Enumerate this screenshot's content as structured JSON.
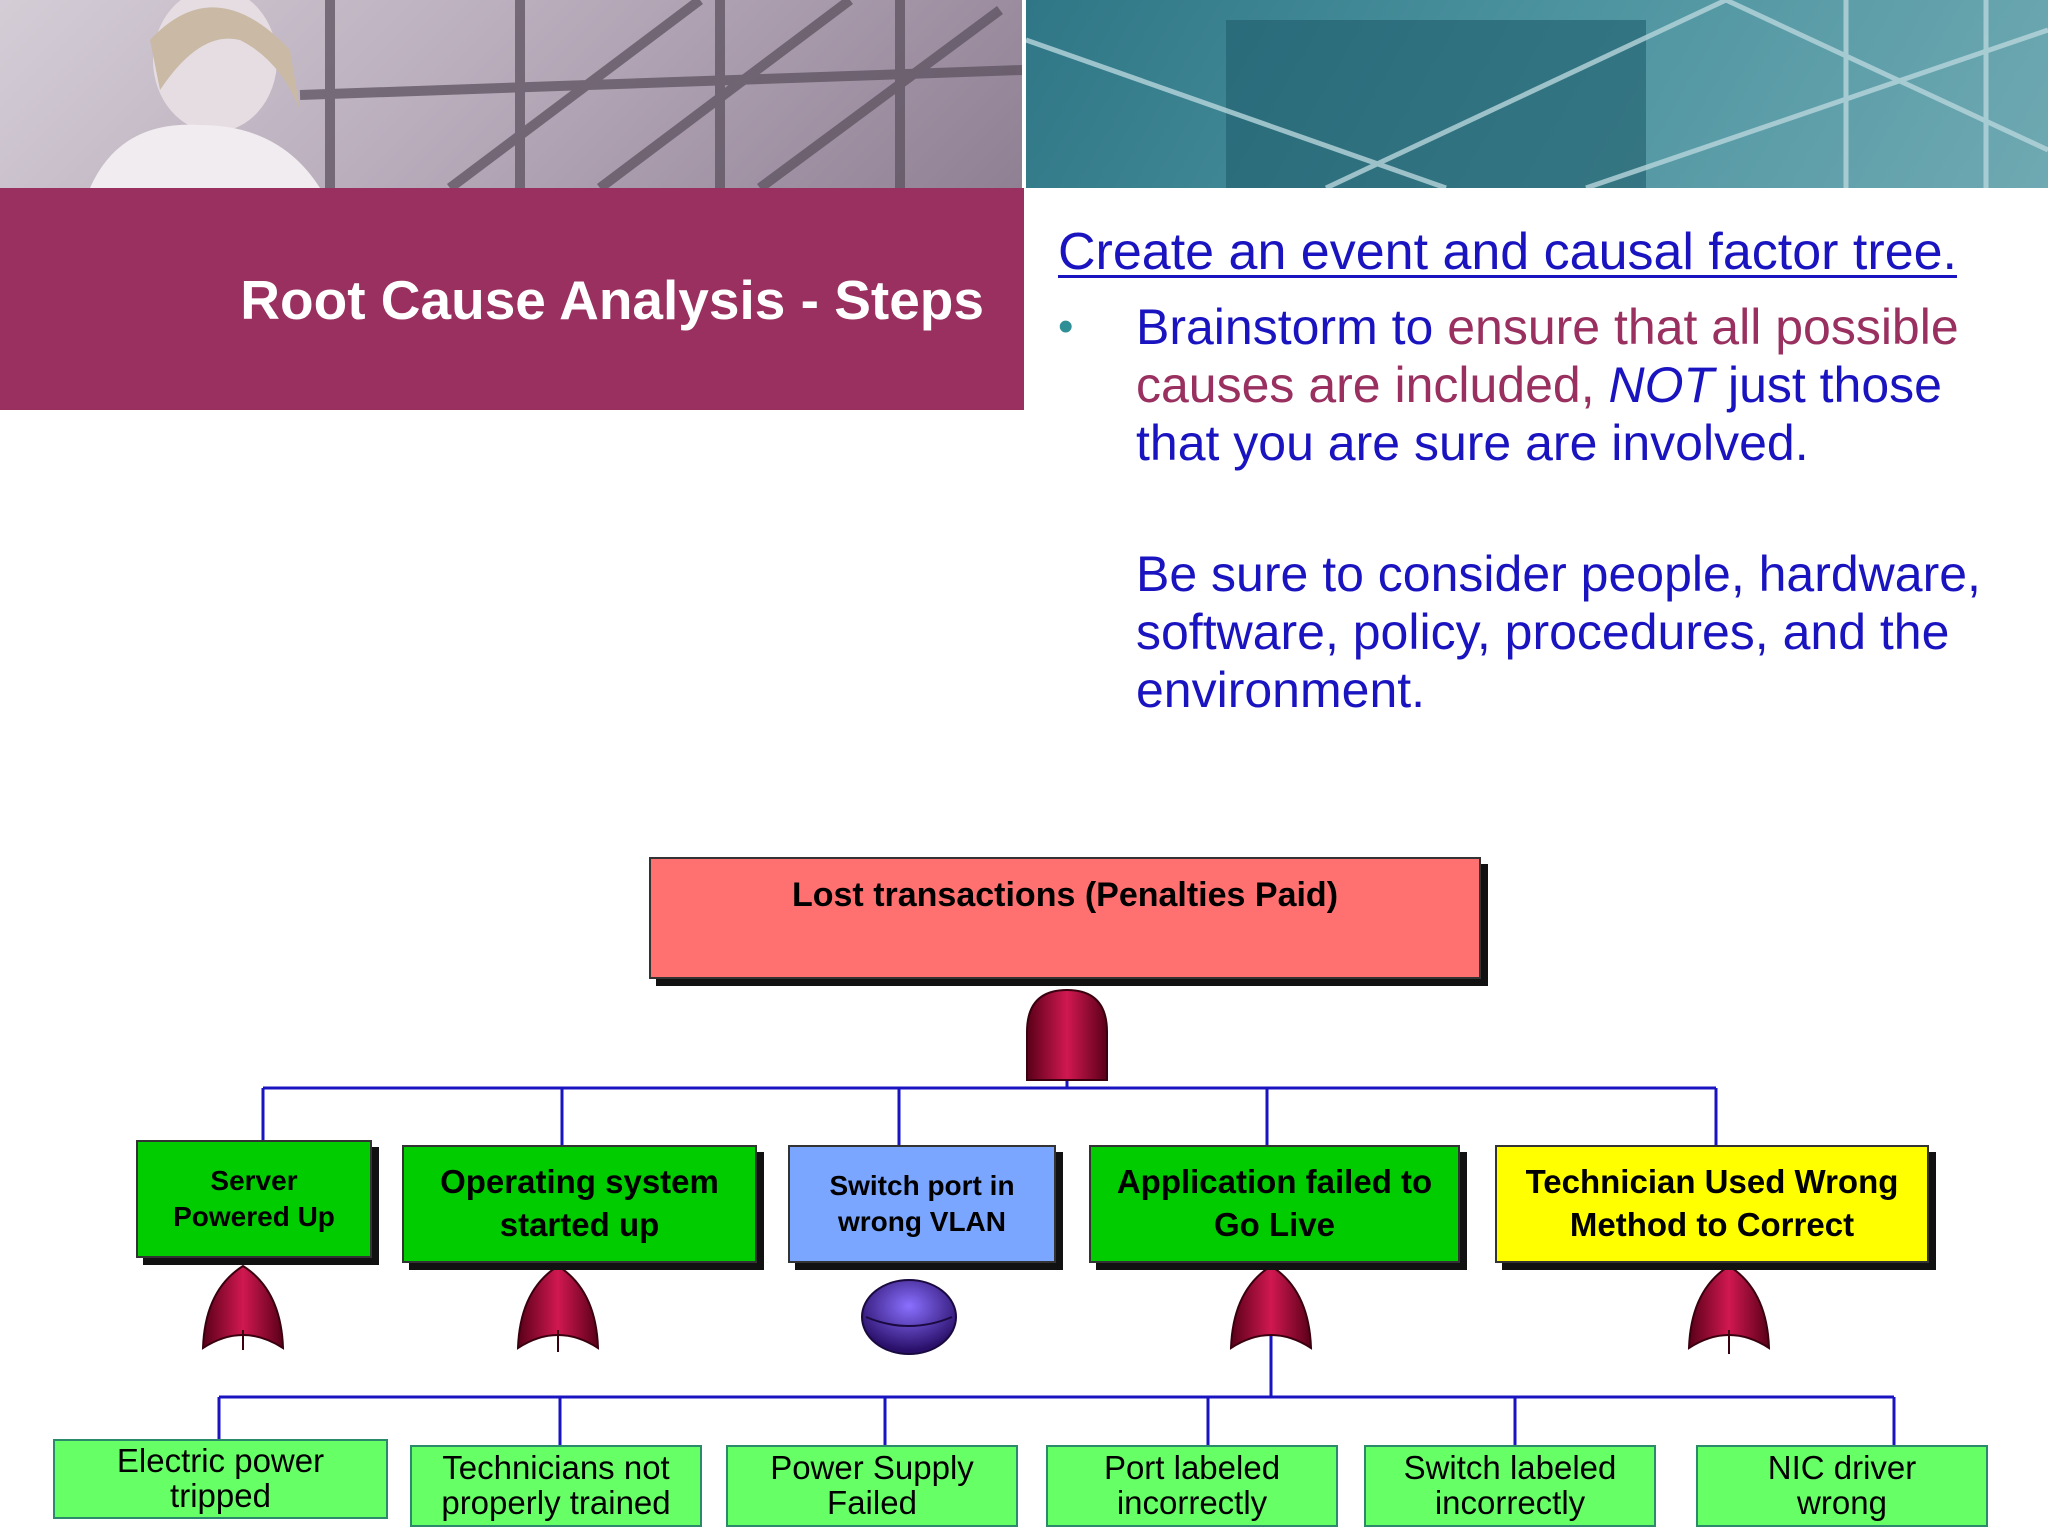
{
  "slide": {
    "title": "Root Cause Analysis - Steps",
    "heading": "Create an event and causal factor tree.",
    "bullet": {
      "marker": "•",
      "text_before": "Brainstorm to ",
      "text_accent": "ensure that all possible causes are included",
      "text_comma": ", ",
      "text_emphasis": "NOT",
      "text_after": " just those that you are sure are involved."
    },
    "paragraph_2": "Be sure to consider people, hardware, software, policy, procedures, and the environment."
  },
  "tree": {
    "top_event": "Lost transactions (Penalties Paid)",
    "level_1": [
      "Server Powered Up",
      "Operating system started up",
      "Switch port in wrong VLAN",
      "Application failed to Go Live",
      "Technician Used Wrong Method to Correct"
    ],
    "level_2": [
      "Electric power tripped",
      "Technicians not properly trained",
      "Power Supply Failed",
      "Port labeled incorrectly",
      "Switch labeled incorrectly",
      "NIC driver wrong"
    ]
  },
  "colors": {
    "title_band": "#993060",
    "heading_text": "#1a14c0",
    "accent_text": "#993060",
    "top_event_fill": "#ff7070",
    "level_1_green": "#00cc00",
    "level_1_blue": "#7aa6ff",
    "level_1_yellow": "#ffff00",
    "level_2_fill": "#66ff66",
    "connector": "#1a14c0",
    "gate_red": "#b0103c",
    "gate_purple": "#4a2aa0"
  }
}
